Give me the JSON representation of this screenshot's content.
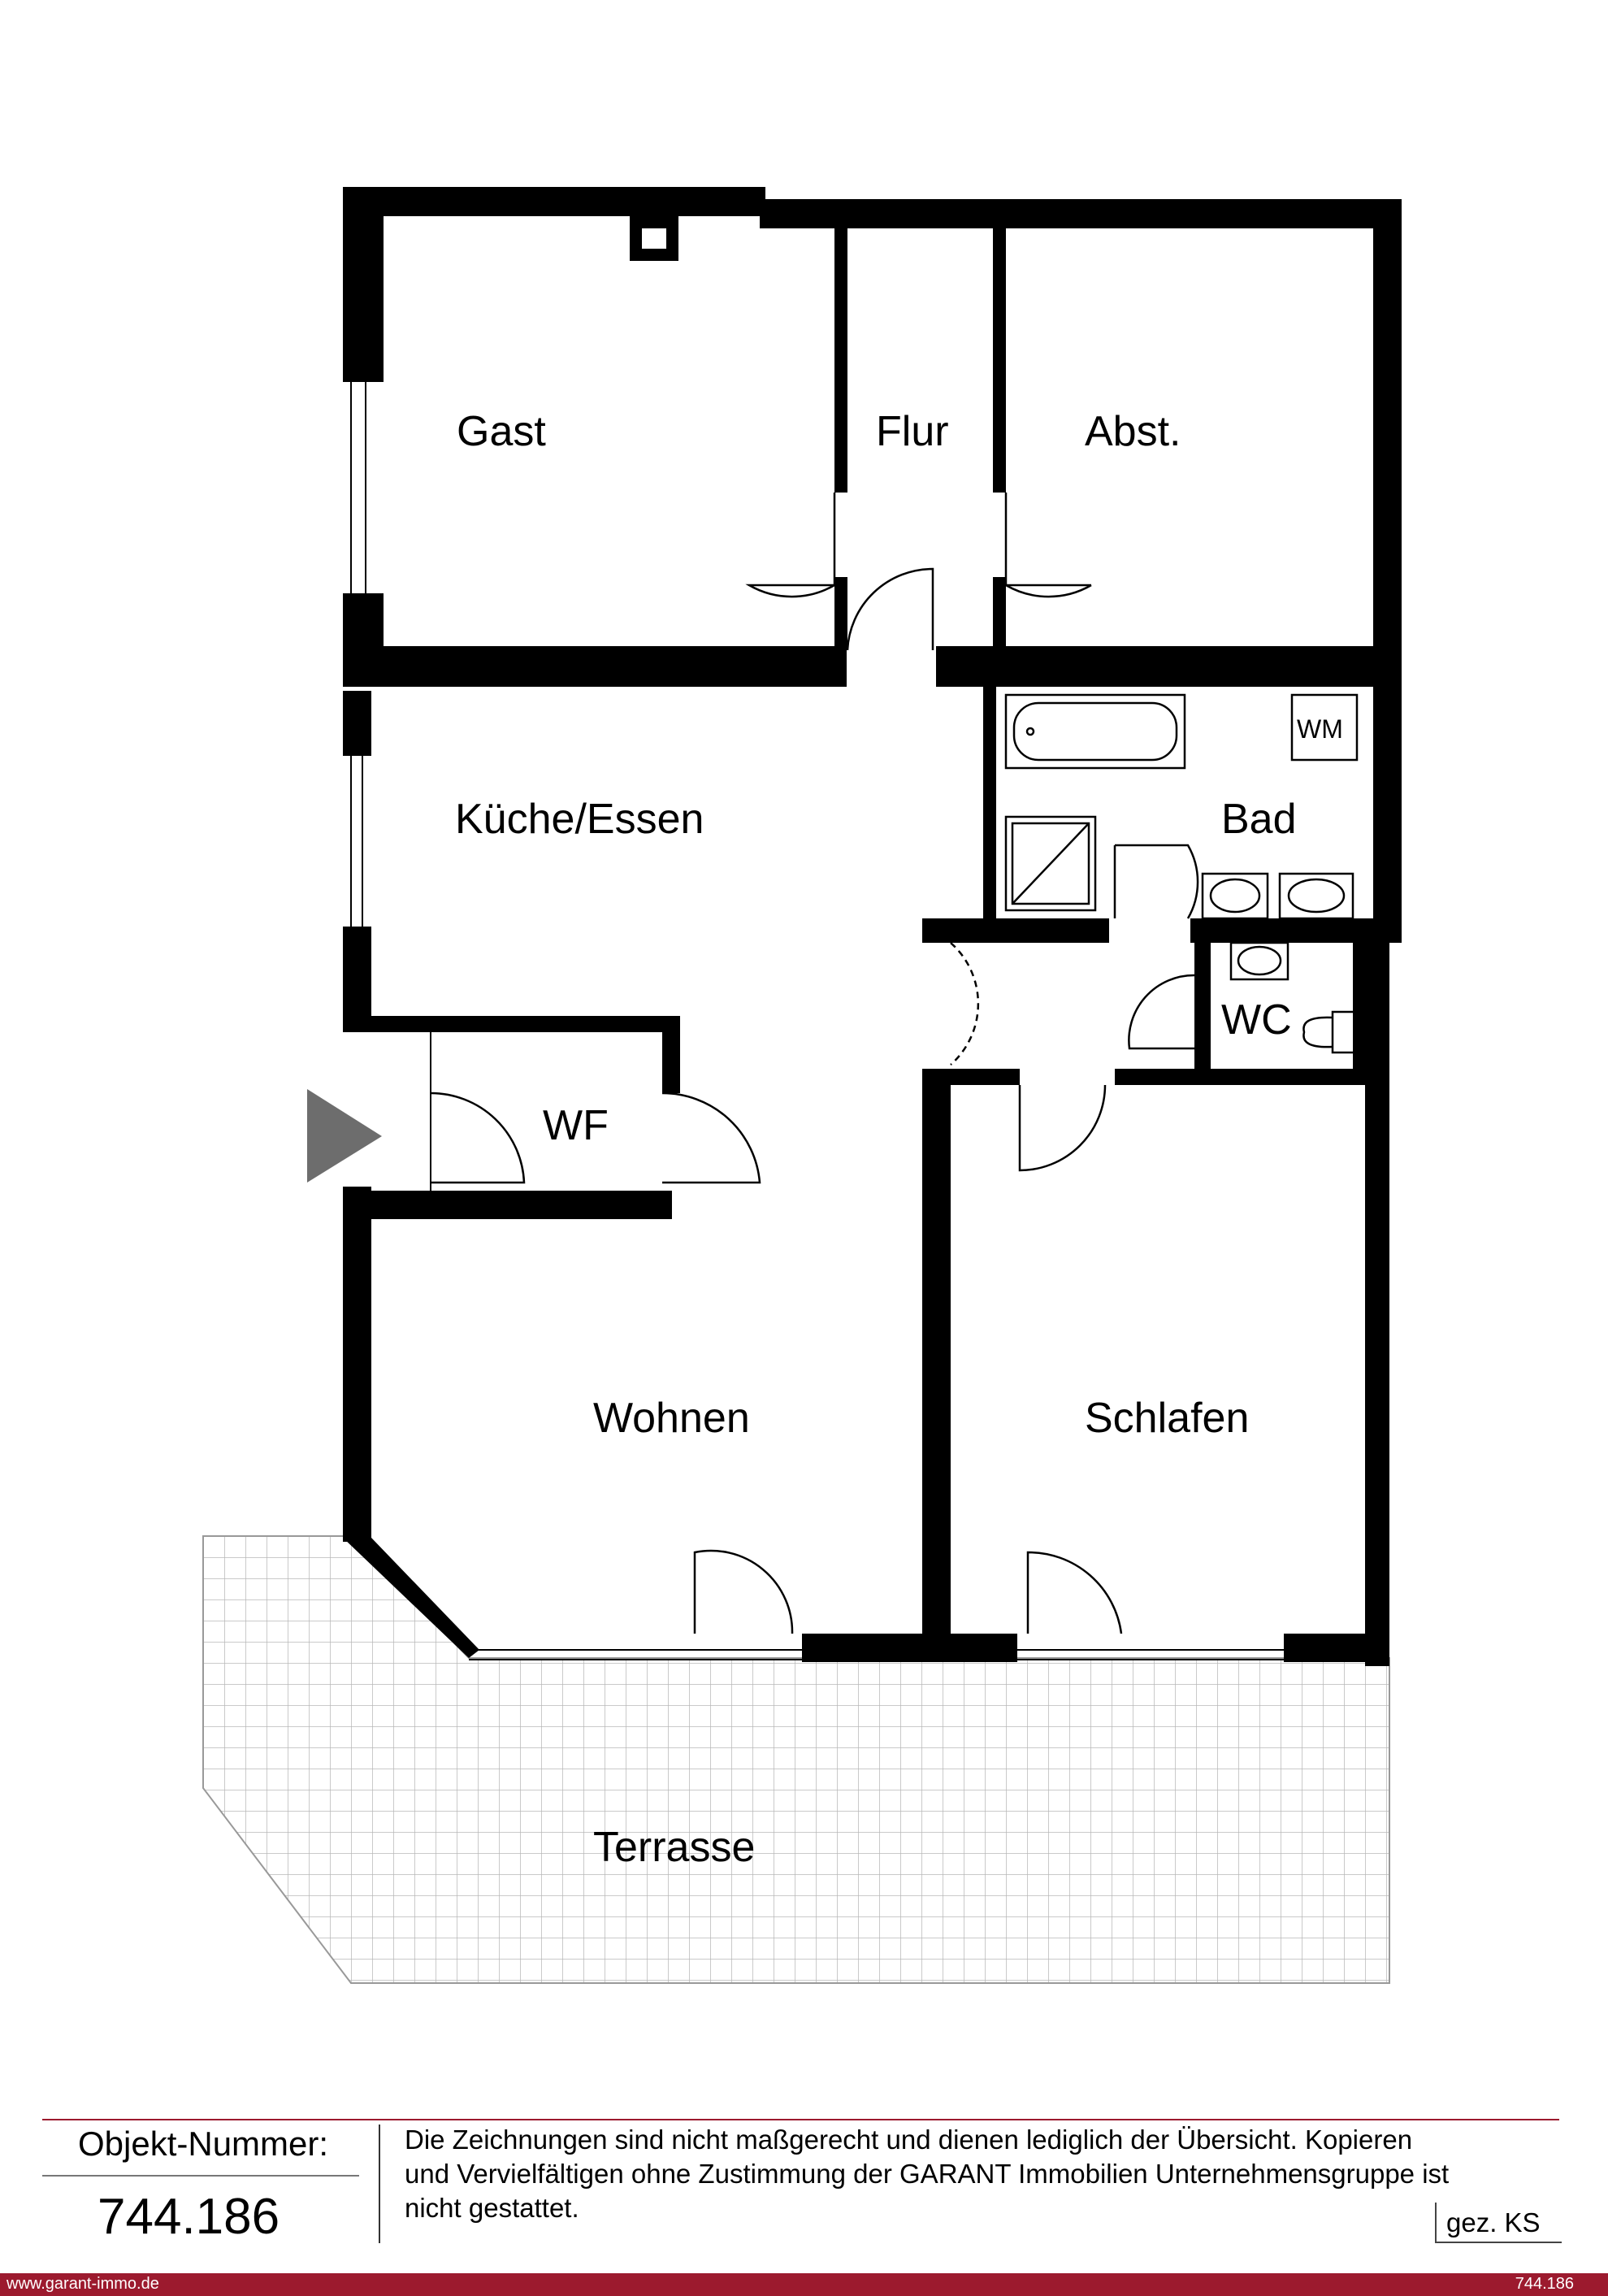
{
  "rooms": {
    "gast": "Gast",
    "flur": "Flur",
    "abst": "Abst.",
    "kueche": "Küche/Essen",
    "bad": "Bad",
    "wc": "WC",
    "wf": "WF",
    "wohnen": "Wohnen",
    "schlafen": "Schlafen",
    "terrasse": "Terrasse"
  },
  "fixtures": {
    "washing_machine": "WM"
  },
  "footer": {
    "objekt_label": "Objekt-Nummer:",
    "objekt_number": "744.186",
    "disclaimer": "Die Zeichnungen sind nicht maßgerecht und dienen lediglich der Übersicht. Kopieren und Vervielfältigen ohne Zustimmung der GARANT Immobilien Unternehmensgruppe ist nicht gestattet.",
    "signed": "gez. KS",
    "website": "www.garant-immo.de",
    "ref": "744.186"
  },
  "colors": {
    "wall": "#000000",
    "accent": "#9c1a2e",
    "terrace_grid": "#b8b8b8",
    "entrance_arrow": "#6d6d6d"
  }
}
